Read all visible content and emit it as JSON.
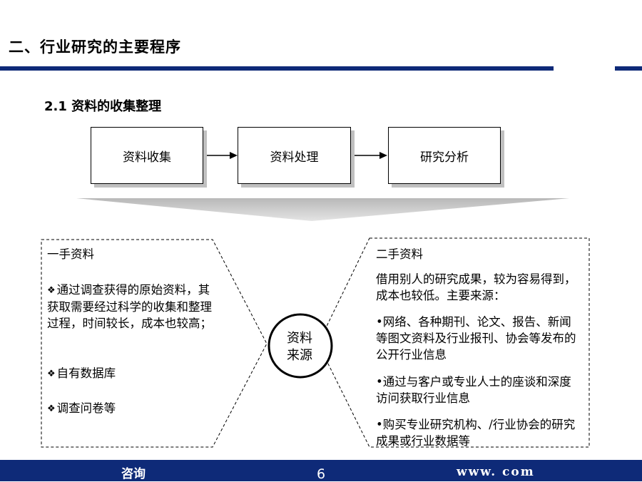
{
  "title": "二、行业研究的主要程序",
  "subtitle": "2.1 资料的收集整理",
  "flow": [
    "资料收集",
    "资料处理",
    "研究分析"
  ],
  "center": {
    "line1": "资料",
    "line2": "来源"
  },
  "left_panel": {
    "heading": "一手资料",
    "bullet_icon": "diamond-cluster-icon",
    "items": [
      "通过调查获得的原始资料，其获取需要经过科学的收集和整理过程，时间较长，成本也较高；",
      "自有数据库",
      "调查问卷等"
    ]
  },
  "right_panel": {
    "heading": "二手资料",
    "intro": "借用别人的研究成果，较为容易得到，成本也较低。主要来源：",
    "items": [
      "•网络、各种期刊、论文、报告、新闻等图文资料及行业报刊、协会等发布的公开行业信息",
      "•通过与客户或专业人士的座谈和深度访问获取行业信息",
      "•购买专业研究机构、/行业协会的研究成果或行业数据等"
    ]
  },
  "footer": {
    "left": "咨询",
    "page": "6",
    "right": "www. com"
  },
  "colors": {
    "brand": "#0e2a78",
    "shadow": "#c0c0c0"
  }
}
